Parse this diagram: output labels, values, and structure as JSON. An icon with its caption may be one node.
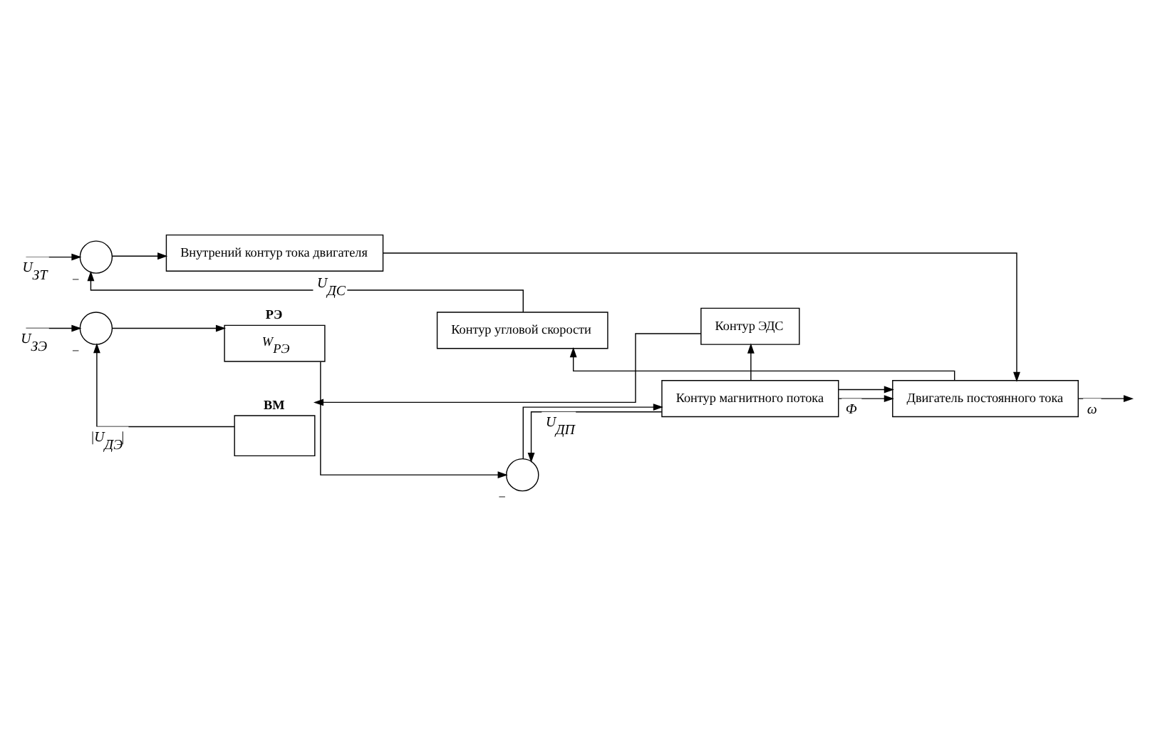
{
  "diagram": {
    "nodes": [
      {
        "text": [],
        "shape": "circle",
        "beside": [
          "−"
        ]
      },
      {
        "text": [
          "Внутрений контур тока двигателя"
        ]
      },
      {
        "text": [
          "Двигатель постоянного тока"
        ]
      },
      {
        "text": [
          "Контур угловой скорости"
        ]
      },
      {
        "text": [],
        "shape": "circle",
        "beside": [
          "−"
        ]
      },
      {
        "text": [
          "РЭ",
          "W$_{РЭ}$"
        ]
      },
      {
        "text": [],
        "shape": "circle",
        "beside": [
          "−"
        ]
      },
      {
        "text": [
          "Контур магнитного потока"
        ]
      },
      {
        "text": [
          "Контур ЭДС"
        ]
      },
      {
        "text": [
          "ВМ"
        ]
      }
    ],
    "edges": [
      {
        "from": null,
        "to": 0,
        "arrow": "to",
        "label": "U$_{ЗТ}$"
      },
      {
        "from": 0,
        "to": 1,
        "arrow": "to"
      },
      {
        "from": 1,
        "to": 2,
        "arrow": "to"
      },
      {
        "from": 2,
        "to": null,
        "arrow": "to",
        "label": "ω"
      },
      {
        "from": 2,
        "to": 3,
        "arrow": "to"
      },
      {
        "from": 3,
        "to": 0,
        "arrow": "to",
        "label": "U$_{ДС}$"
      },
      {
        "from": null,
        "to": 4,
        "arrow": "to",
        "label": "U$_{ЗЭ}$"
      },
      {
        "from": 4,
        "to": 5,
        "arrow": "to"
      },
      {
        "from": 5,
        "to": 6,
        "arrow": "to"
      },
      {
        "from": 6,
        "to": 7,
        "arrow": "to"
      },
      {
        "from": 7,
        "to": 6,
        "arrow": "to",
        "label": "U$_{ДП}$"
      },
      {
        "from": 7,
        "to": 2,
        "arrow": "to",
        "label": "Ф"
      },
      {
        "from": 7,
        "to": 2,
        "arrow": "to"
      },
      {
        "from": 7,
        "to": 8,
        "arrow": "to"
      },
      {
        "from": 8,
        "to": 9,
        "arrow": "to"
      },
      {
        "from": 9,
        "to": 4,
        "arrow": "to",
        "label": "|U$_{ДЭ}$|"
      }
    ]
  }
}
